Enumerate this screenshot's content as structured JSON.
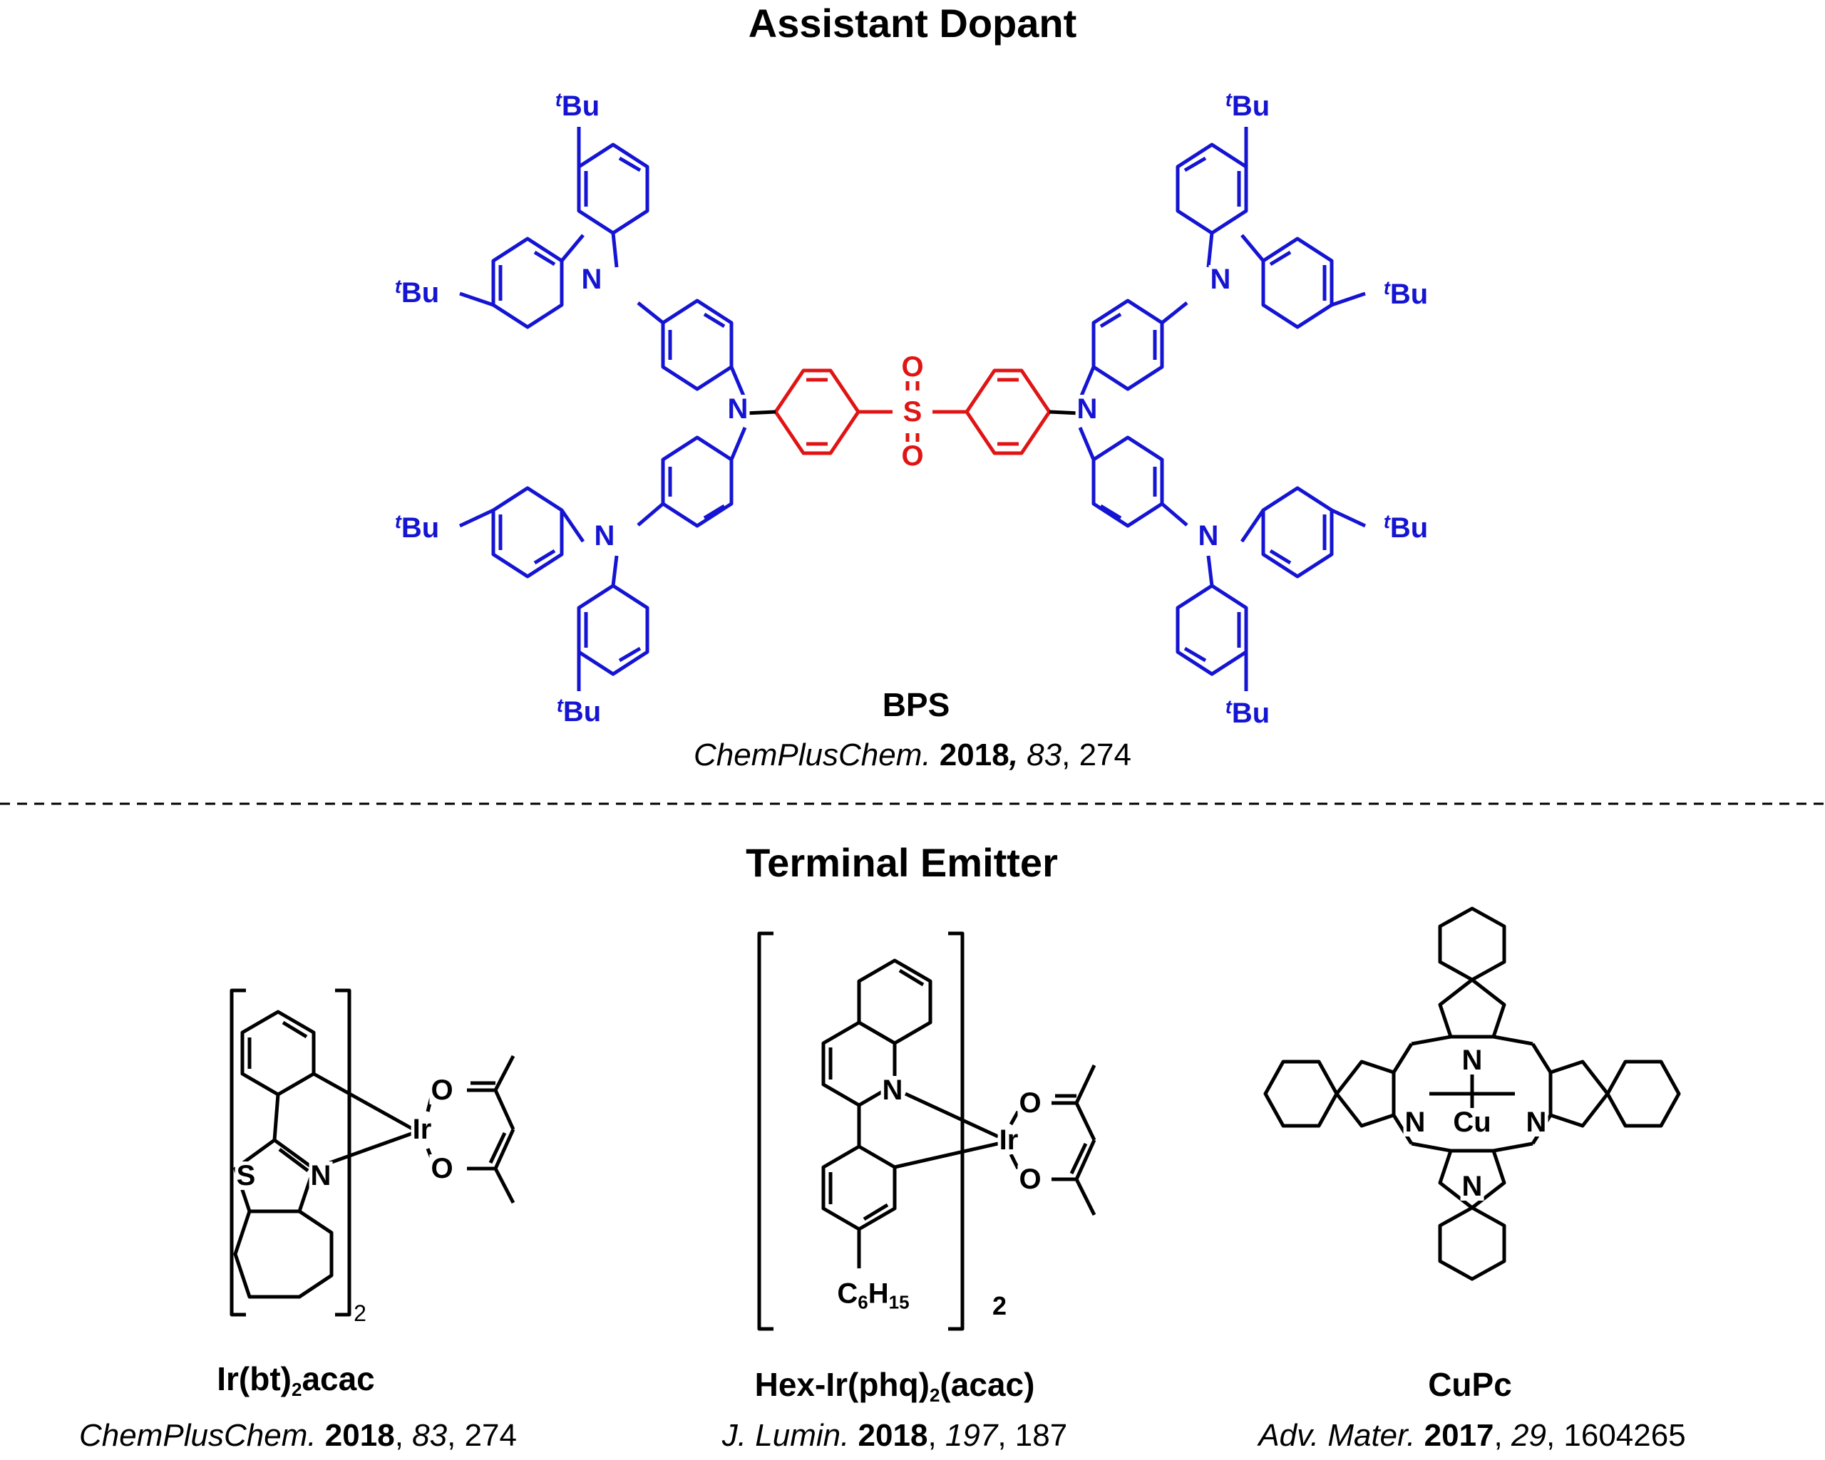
{
  "sections": {
    "top_title": "Assistant Dopant",
    "bottom_title": "Terminal Emitter"
  },
  "compounds": [
    {
      "name": "BPS",
      "citation": {
        "journal": "ChemPlusChem.",
        "year": "2018",
        "sep": ",",
        "volume": "83",
        "pages": "274"
      }
    },
    {
      "name_main": "Ir(bt)",
      "name_sub": "2",
      "name_end": "acac",
      "citation": {
        "journal": "ChemPlusChem.",
        "year": "2018",
        "sep": ",",
        "volume": "83",
        "pages": "274"
      }
    },
    {
      "name_main": "Hex-Ir(phq)",
      "name_sub": "2",
      "name_end": "(acac)",
      "citation": {
        "journal": "J. Lumin.",
        "year": "2018",
        "sep": ",",
        "volume": "197",
        "pages": "187"
      }
    },
    {
      "name": "CuPc",
      "citation": {
        "journal": "Adv. Mater.",
        "year": "2017",
        "sep": ",",
        "volume": "29",
        "pages": "1604265"
      }
    }
  ],
  "atom_labels": {
    "tbu_sup": "t",
    "tbu_base": "Bu",
    "N": "N",
    "S": "S",
    "O": "O",
    "Ir": "Ir",
    "Cu": "Cu",
    "C": "C",
    "H": "H",
    "hex_c_count": "6",
    "hex_h_count": "15",
    "bracket_count": "2"
  },
  "colors": {
    "carbazole": "#1414d2",
    "sulfone": "#e01414",
    "emitter": "#000000"
  }
}
